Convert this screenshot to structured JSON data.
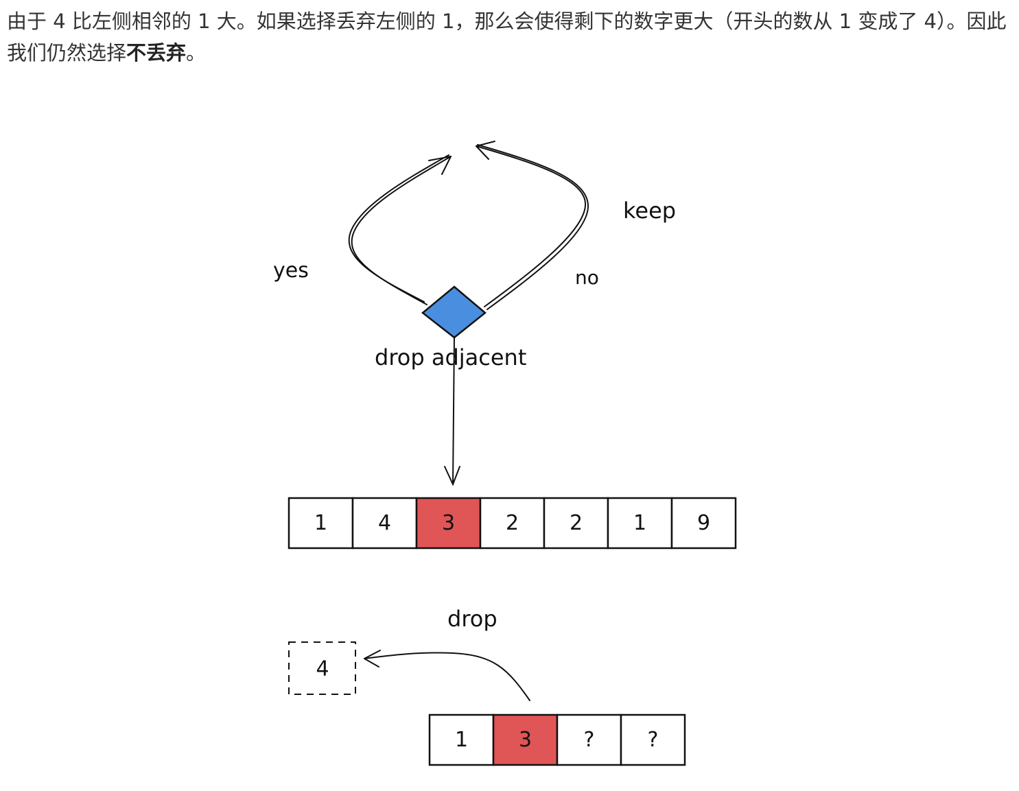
{
  "article": {
    "sentence_1": "由于 4 比左侧相邻的 1 大。如果选择丢弃左侧的 1，那么会使得剩下的数字更大（开头的数从 1 变成了 4）。因此我们仍然选择",
    "emphasis": "不丢弃",
    "sentence_end": "。"
  },
  "diagram": {
    "labels": {
      "yes": "yes",
      "keep": "keep",
      "no": "no",
      "decision": "drop adjacent",
      "drop": "drop"
    },
    "colors": {
      "decision_fill": "#4a8ee0",
      "highlight_fill": "#e05555",
      "stroke": "#111111"
    },
    "main_array": {
      "cells": [
        "1",
        "4",
        "3",
        "2",
        "2",
        "1",
        "9"
      ],
      "highlight_index": 2
    },
    "dropped_cell": "4",
    "result_array": {
      "cells": [
        "1",
        "3",
        "?",
        "?"
      ],
      "highlight_index": 1
    }
  }
}
